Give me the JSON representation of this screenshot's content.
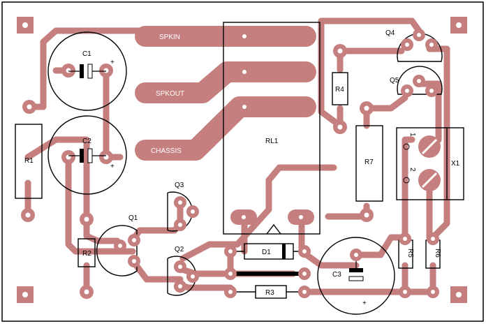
{
  "colors": {
    "copper": "#c57f7f",
    "silk": "#000000",
    "board": "#ffffff"
  },
  "labels": {
    "spkin": "SPKIN",
    "spkout": "SPKOUT",
    "chassis": "CHASSIS",
    "c1": "C1",
    "c2": "C2",
    "c3": "C3",
    "r1": "R1",
    "r2": "R2",
    "r3": "R3",
    "r4": "R4",
    "r5": "R5",
    "r6": "R6",
    "r7": "R7",
    "q1": "Q1",
    "q2": "Q2",
    "q3": "Q3",
    "q4": "Q4",
    "q5": "Q5",
    "d1": "D1",
    "rl1": "RL1",
    "x1": "X1",
    "plus": "+",
    "x1_pin1": "1",
    "x1_pin2": "2"
  }
}
